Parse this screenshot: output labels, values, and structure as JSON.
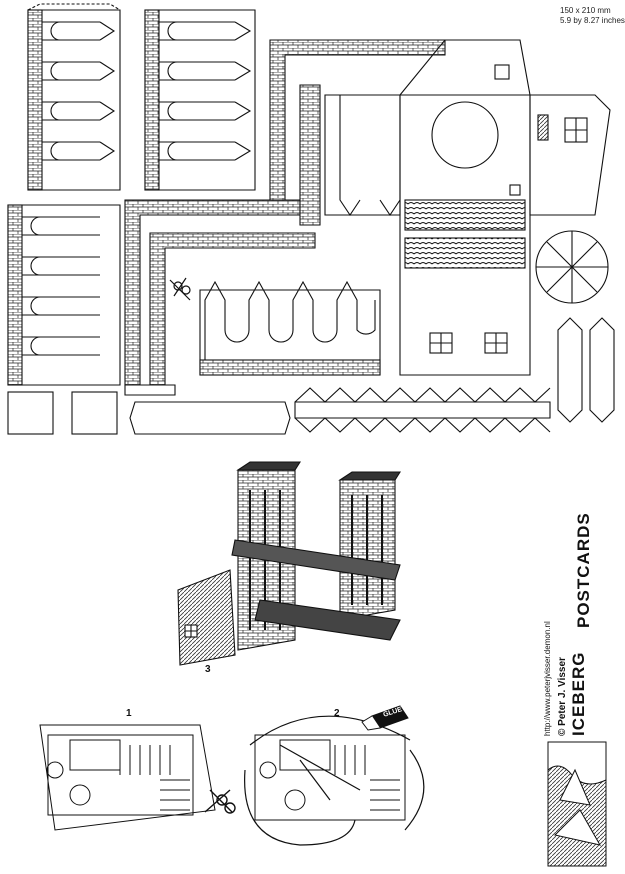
{
  "sheet": {
    "dimensions_mm": "150 x 210 mm",
    "dimensions_in": "5.9 by 8.27 inches"
  },
  "credits": {
    "copyright": "© Peter J. Visser",
    "brand_left": "ICEBERG",
    "brand_right": "POSTCARDS",
    "url": "http://www.peterjvisser.demon.nl"
  },
  "steps": {
    "one": "1",
    "two": "2",
    "three": "3"
  },
  "glue_label": "GLUE"
}
